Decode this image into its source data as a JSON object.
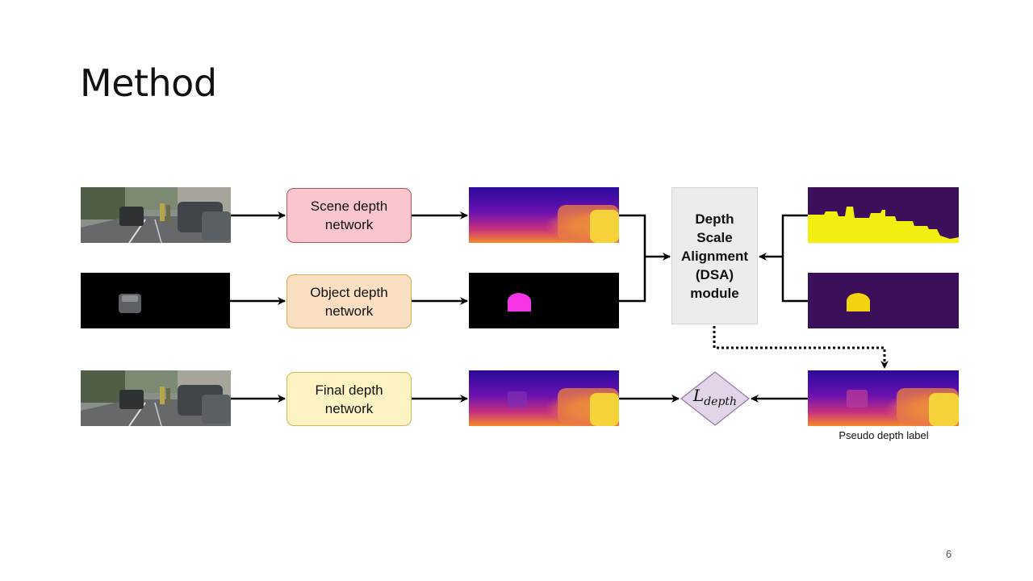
{
  "slide": {
    "title": "Method",
    "page_number": "6"
  },
  "nodes": {
    "scene_network": "Scene depth\nnetwork",
    "object_network": "Object depth\nnetwork",
    "final_network": "Final depth\nnetwork",
    "dsa_module": "Depth\nScale\nAlignment\n(DSA)\nmodule",
    "loss_main": "L",
    "loss_sub": "depth",
    "pseudo_label_caption": "Pseudo depth label"
  },
  "colors": {
    "scene_box_fill": "#f8c6cc",
    "object_box_fill": "#fbdfc3",
    "final_box_fill": "#fdf2c2",
    "dsa_fill": "#ececec",
    "loss_diamond_fill": "#e1d5e7",
    "depth_far": "#1e0a8c",
    "depth_near": "#f0f921",
    "mask_background": "#3b0f5a",
    "mask_foreground": "#f2ee10",
    "object_depth_fill": "#f534e8"
  }
}
